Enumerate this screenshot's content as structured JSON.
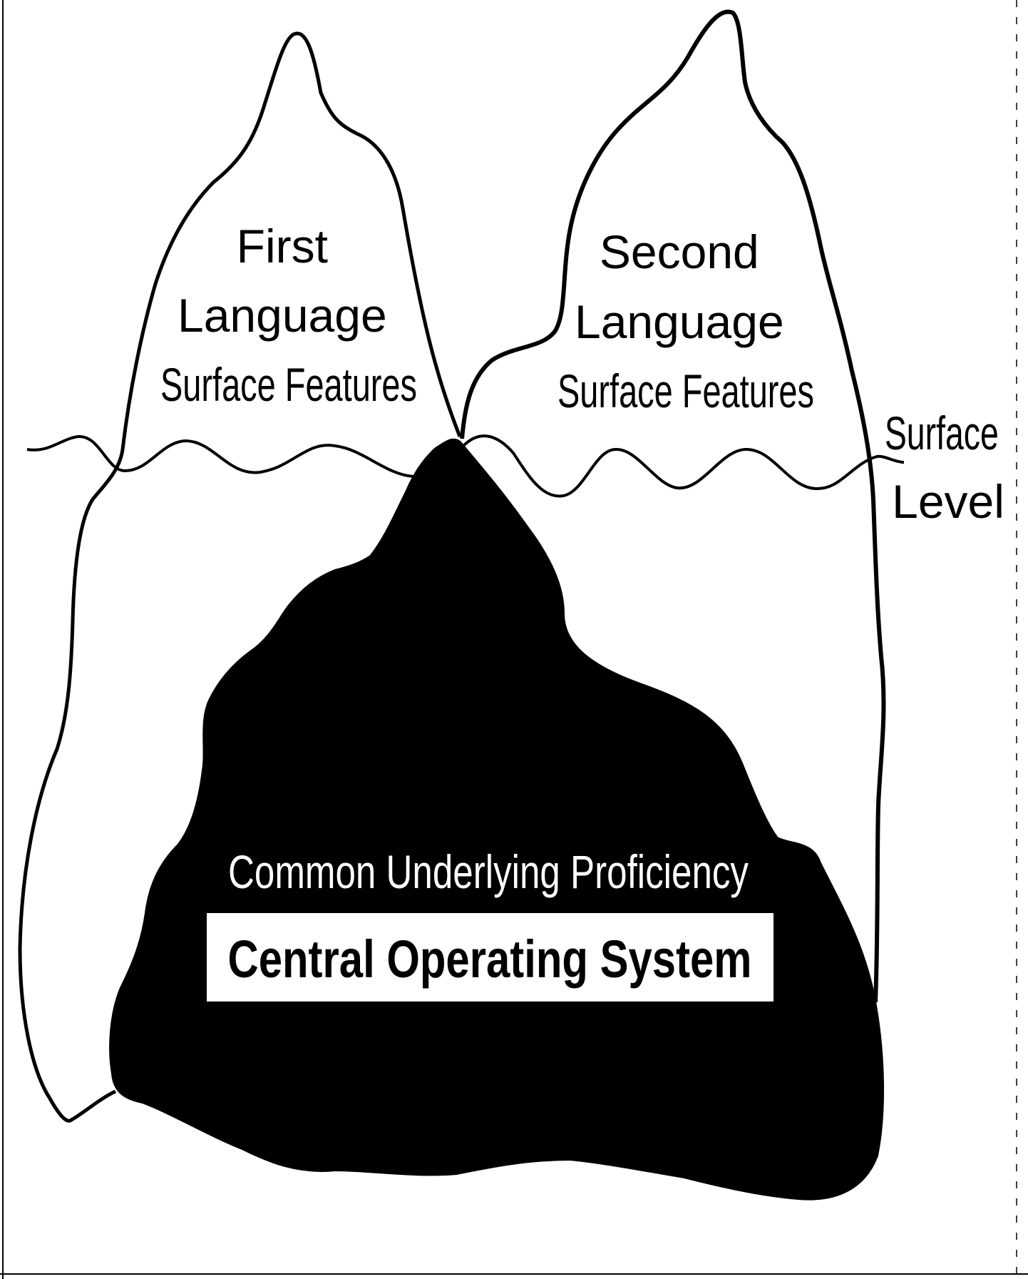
{
  "diagram": {
    "first_language": {
      "line1": "First",
      "line2": "Language",
      "line3": "Surface Features"
    },
    "second_language": {
      "line1": "Second",
      "line2": "Language",
      "line3": "Surface Features"
    },
    "surface_level": {
      "line1": "Surface",
      "line2": "Level"
    },
    "common_underlying_proficiency": "Common Underlying Proficiency",
    "central_operating_system": "Central Operating System"
  },
  "colors": {
    "ink": "#000000",
    "paper": "#ffffff"
  }
}
